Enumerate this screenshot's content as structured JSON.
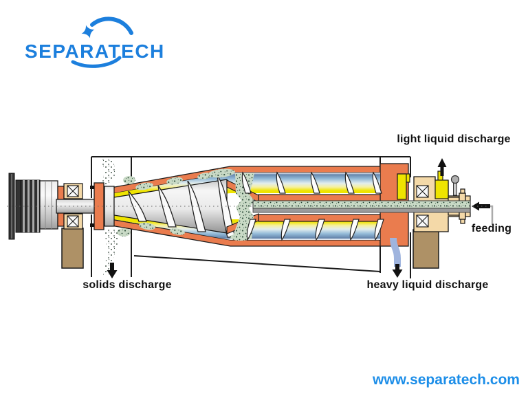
{
  "logo": {
    "text": "SEPARATECH",
    "color": "#1c7fdd"
  },
  "labels": {
    "light_liquid": "light liquid discharge",
    "feeding": "feeding",
    "solids": "solids discharge",
    "heavy_liquid": "heavy liquid discharge"
  },
  "footer": {
    "website": "www.separatech.com",
    "color": "#1d8ee8"
  },
  "colors": {
    "bowl_orange": "#ea7c4e",
    "light_liquid_yellow": "#efe400",
    "heavy_liquid_blue": "#9fb4de",
    "clarified_layer_blue": "#8fb6d6",
    "solids_stipple_green": "#c9dac6",
    "bearing_housing_tan": "#f4d9a8",
    "pedestal_brown": "#ae9166",
    "outline_black": "#1a1a1a"
  }
}
